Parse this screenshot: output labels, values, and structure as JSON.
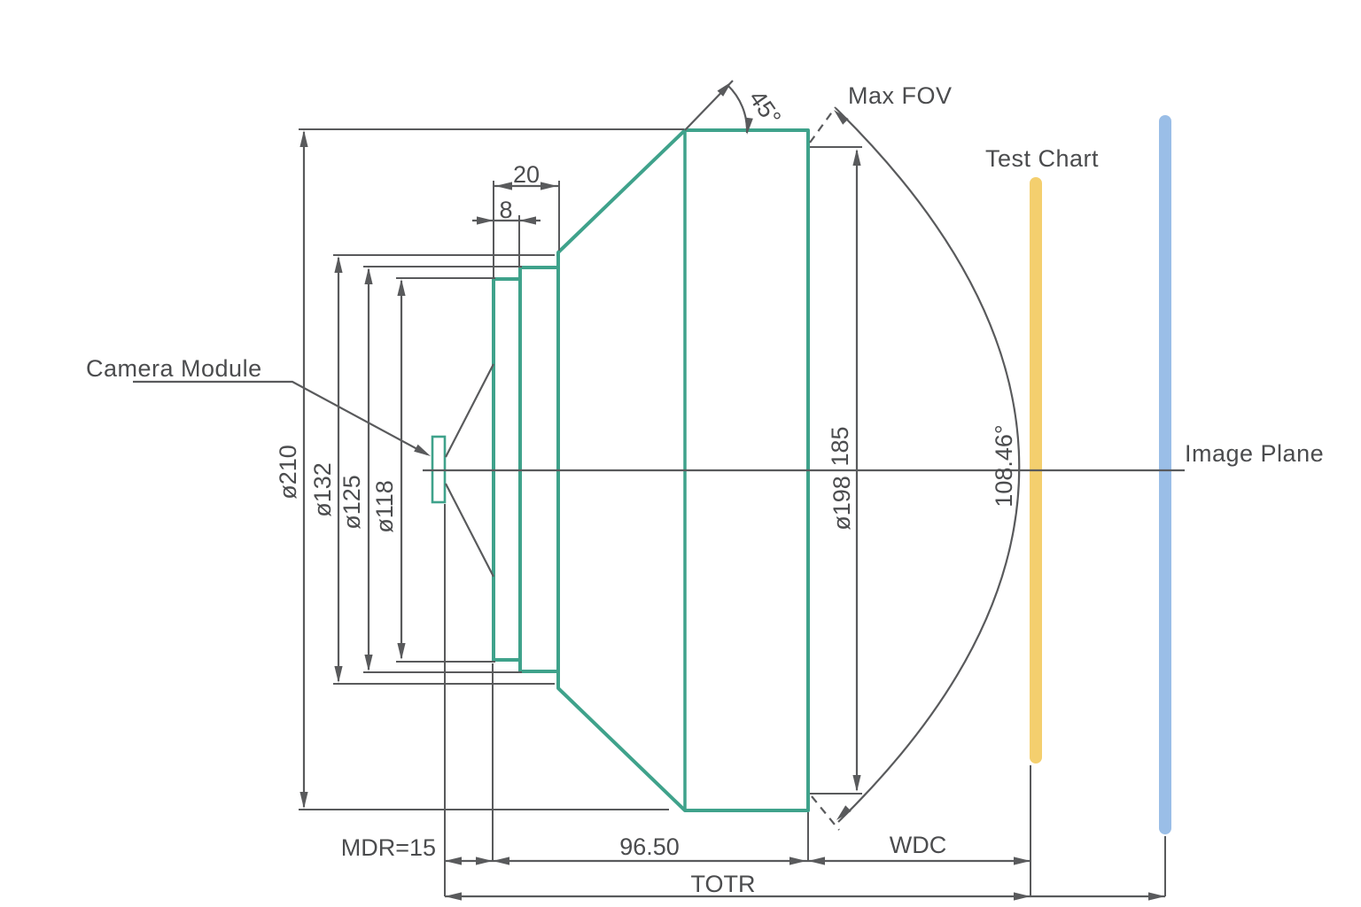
{
  "diagram": {
    "type": "optical lens test-setup engineering drawing",
    "labels": {
      "camera_module": "Camera Module",
      "max_fov": "Max FOV",
      "test_chart": "Test Chart",
      "image_plane": "Image Plane"
    },
    "dims": {
      "cone_half_angle": "45°",
      "fov_angle": "108.46°",
      "d210": "ø210",
      "d132": "ø132",
      "d125": "ø125",
      "d118": "ø118",
      "d198": "ø198",
      "h185": "185",
      "w20": "20",
      "w8": "8",
      "mdr": "MDR=15",
      "body_length": "96.50",
      "wdc": "WDC",
      "totr": "TOTR"
    },
    "colors": {
      "lens_stroke": "#3fa28b",
      "test_chart_fill": "#f4cf6e",
      "image_plane_fill": "#9abee7",
      "line_color": "#595a5c",
      "text_color": "#4b4c4e",
      "background": "#ffffff"
    }
  }
}
